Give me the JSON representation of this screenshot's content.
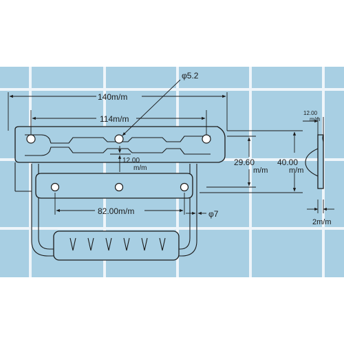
{
  "colors": {
    "background": "#ffffff",
    "panel": "#a8cfe3",
    "grid": "#eef5fa",
    "ink": "#1a1a1a"
  },
  "dimensions": {
    "overall_width": "140m/m",
    "hole_spacing_top": "114m/m",
    "hole_diameter": "φ5.2",
    "offset_12": "12.00",
    "offset_12_unit": "m/m",
    "height_29": "29.60",
    "height_29_unit": "m/m",
    "height_40": "40.00",
    "height_40_unit": "m/m",
    "handle_hole_spacing": "82.00m/m",
    "rod_diameter": "φ7",
    "side_offset": "12.00",
    "side_offset_unit": "m/m",
    "thickness": "2m/m"
  }
}
